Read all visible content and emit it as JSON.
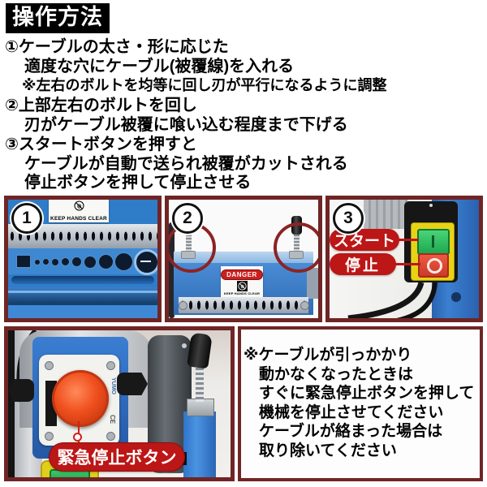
{
  "title": "操作方法",
  "instructions": [
    "①ケーブルの太さ・形に応じた",
    "適度な穴にケーブル(被覆線)を入れる",
    "※左右のボルトを均等に回し刃が平行になるように調整",
    "②上部左右のボルトを回し",
    "刃がケーブル被覆に喰い込む程度まで下げる",
    "③スタートボタンを押すと",
    "ケーブルが自動で送られ被覆がカットされる",
    "停止ボタンを押して停止させる"
  ],
  "panels": {
    "step1": {
      "number": "1",
      "hands_label": "KEEP HANDS CLEAR"
    },
    "step2": {
      "number": "2",
      "danger_label": "DANGER",
      "hands_label": "KEEP HANDS CLEAR"
    },
    "step3": {
      "number": "3",
      "start_label": "スタート",
      "stop_label": "停止"
    },
    "emergency": {
      "label": "緊急停止ボタン",
      "brand": "YUMO",
      "ce": "CE"
    },
    "note": [
      "※ケーブルが引っかかり",
      "動かなくなったときは",
      "すぐに緊急停止ボタンを押して",
      "機械を停止させてください",
      "ケーブルが絡まった場合は",
      "取り除いてください"
    ]
  },
  "colors": {
    "panel_border": "#702525",
    "machine_blue": "#2f7cc8",
    "callout_red": "#bc1616",
    "start_green": "#2ec25e",
    "stop_red": "#e04838",
    "emergency_orange": "#e8481f"
  }
}
